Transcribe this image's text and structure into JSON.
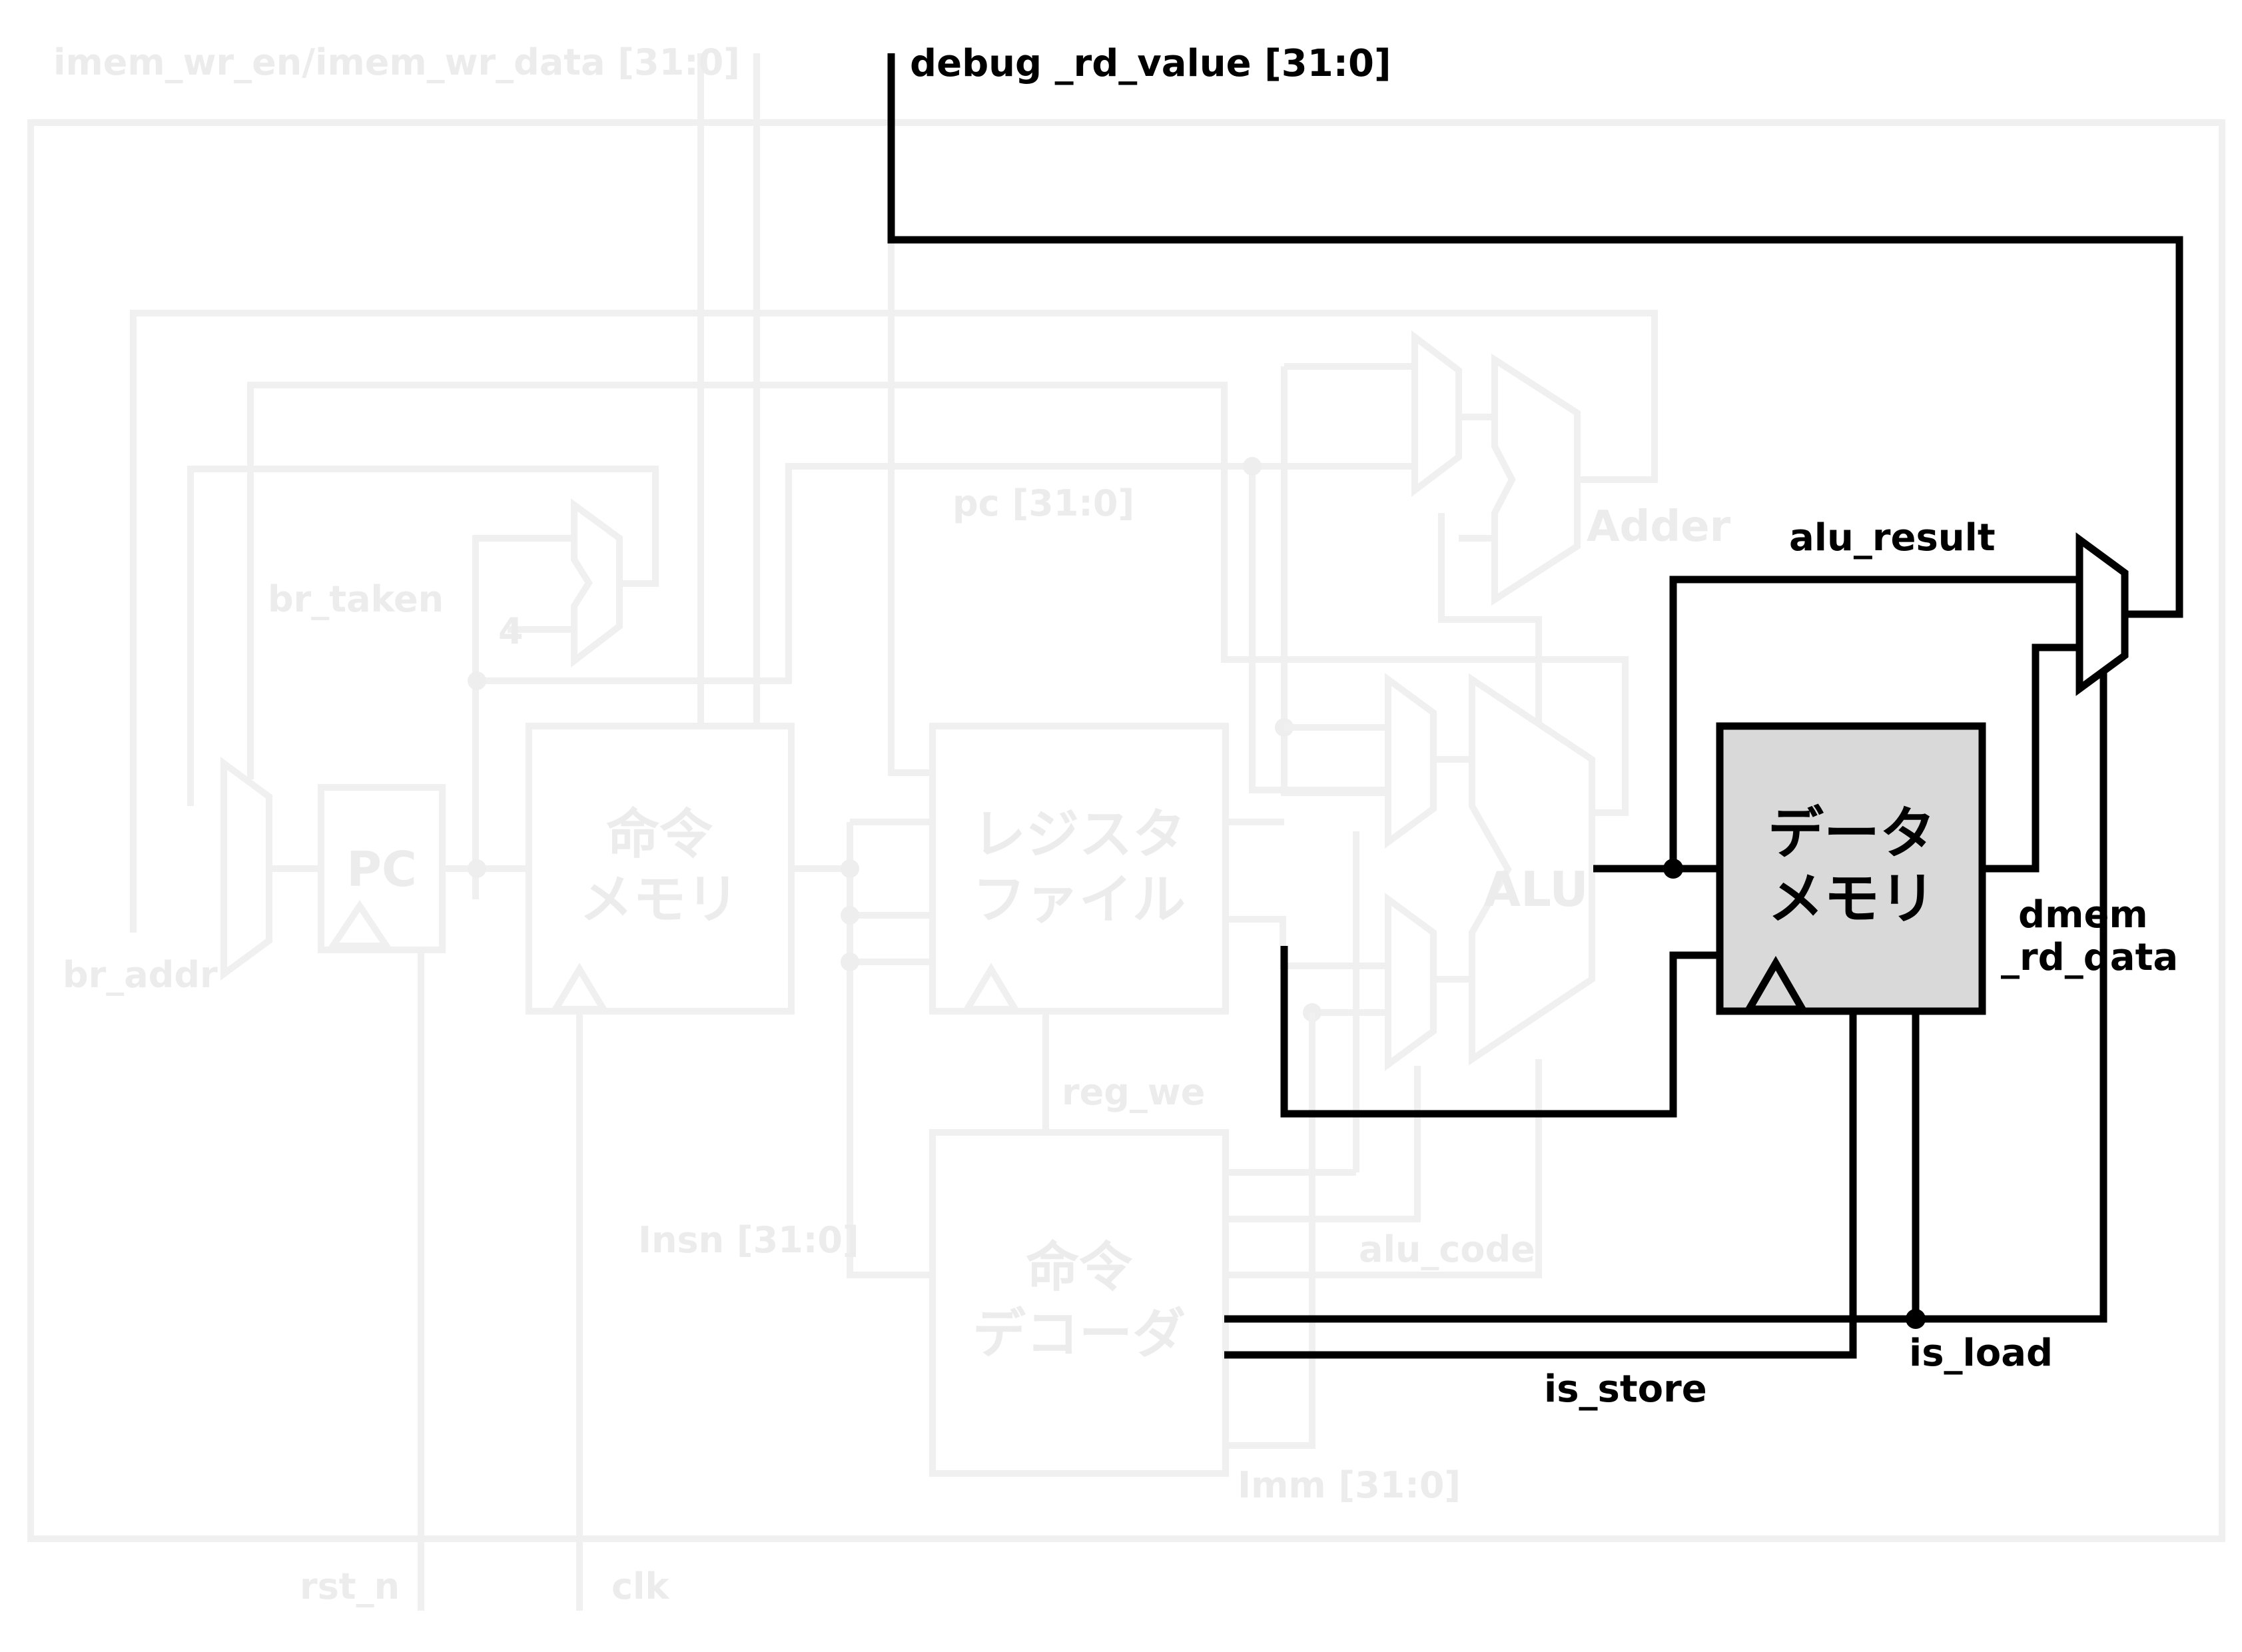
{
  "diagram": {
    "signals": {
      "imem_wr": "imem_wr_en/imem_wr_data [31:0]",
      "debug_rd_value": "debug _rd_value [31:0]",
      "pc": "pc [31:0]",
      "br_taken": "br_taken",
      "br_addr": "br_addr",
      "const_four": "4",
      "adder": "Adder",
      "alu_result": "alu_result",
      "dmem_rd_data_1": "dmem",
      "dmem_rd_data_2": "_rd_data",
      "reg_we": "reg_we",
      "insn": "Insn [31:0]",
      "alu_code": "alu_code",
      "is_load": "is_load",
      "is_store": "is_store",
      "imm": "Imm [31:0]",
      "rst_n": "rst_n",
      "clk": "clk"
    },
    "blocks": {
      "pc": "PC",
      "imem_line1": "命令",
      "imem_line2": "メモリ",
      "regfile_line1": "レジスタ",
      "regfile_line2": "ファイル",
      "alu": "ALU",
      "dmem_line1": "データ",
      "dmem_line2": "メモリ",
      "decoder_line1": "命令",
      "decoder_line2": "デコーダ"
    },
    "colors": {
      "highlight": "#000000",
      "dimmed": "#f0f0f0",
      "highlight_block_fill": "#d9d9d9"
    }
  }
}
